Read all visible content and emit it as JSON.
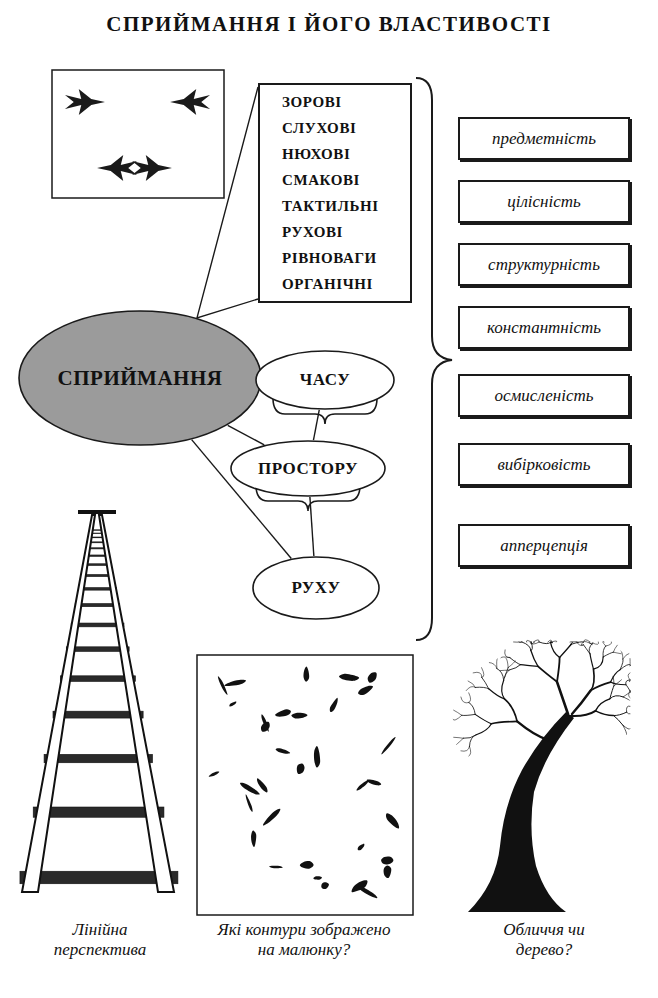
{
  "diagram": {
    "title": "СПРИЙМАННЯ І ЙОГО ВЛАСТИВОСТІ",
    "nodes": [
      {
        "text": [
          "ЗОРОВІ",
          "СЛУХОВІ",
          "НЮХОВІ",
          "СМАКОВІ",
          "ТАКТИЛЬНІ",
          "РУХОВІ",
          "РІВНОВАГИ",
          "ОРГАНІЧНІ"
        ]
      },
      {
        "text": [
          "СПРИЙМАННЯ"
        ]
      },
      {
        "text": [
          "ЧАСУ"
        ]
      },
      {
        "text": [
          "ПРОСТОРУ"
        ]
      },
      {
        "text": [
          "РУХУ"
        ]
      },
      {
        "text": [
          "предметність"
        ]
      },
      {
        "text": [
          "цілісність"
        ]
      },
      {
        "text": [
          "структурність"
        ]
      },
      {
        "text": [
          "константність"
        ]
      },
      {
        "text": [
          "осмисленість"
        ]
      },
      {
        "text": [
          "вибірковість"
        ]
      },
      {
        "text": [
          "апперцепція"
        ]
      }
    ],
    "edges": [
      {
        "from": 1,
        "to": 0,
        "arrow": "none"
      },
      {
        "from": 1,
        "to": 2,
        "arrow": "none"
      },
      {
        "from": 1,
        "to": 3,
        "arrow": "none"
      },
      {
        "from": 1,
        "to": 4,
        "arrow": "none"
      },
      {
        "from": 2,
        "to": 3,
        "arrow": "none"
      },
      {
        "from": 3,
        "to": 4,
        "arrow": "none"
      }
    ],
    "labels": [
      "Лінійна перспектива",
      "Які контури зображено на малюнку?",
      "Обличчя чи дерево?"
    ]
  }
}
